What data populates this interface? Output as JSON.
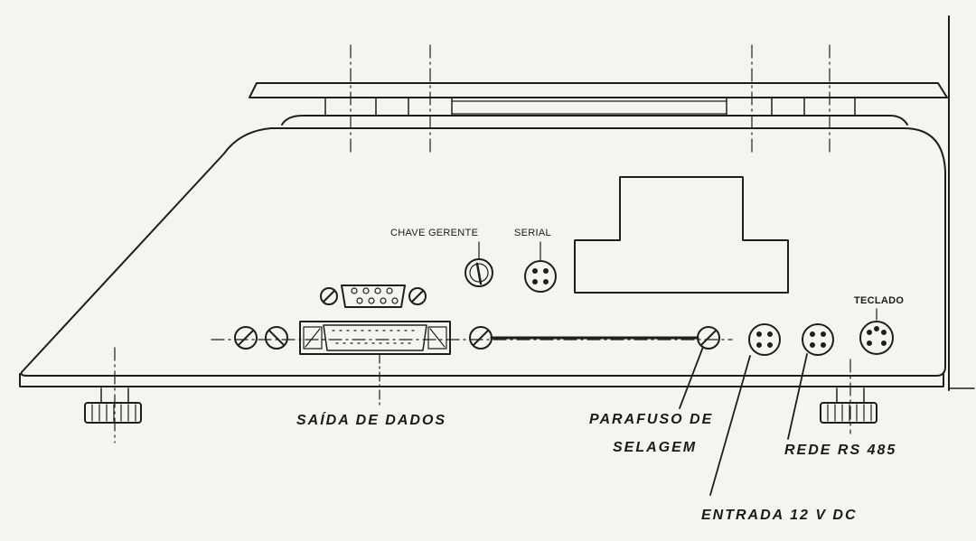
{
  "labels": {
    "chave_gerente": "CHAVE GERENTE",
    "serial": "SERIAL",
    "teclado": "TECLADO",
    "saida_de_dados": "SAÍDA  DE  DADOS",
    "parafuso_line1": "PARAFUSO  DE",
    "parafuso_line2": "SELAGEM",
    "rede_rs485": "REDE  RS 485",
    "entrada_12vdc": "ENTRADA  12 V DC"
  },
  "colors": {
    "ink": "#1e1e1e",
    "paper": "#f4f4f0"
  }
}
